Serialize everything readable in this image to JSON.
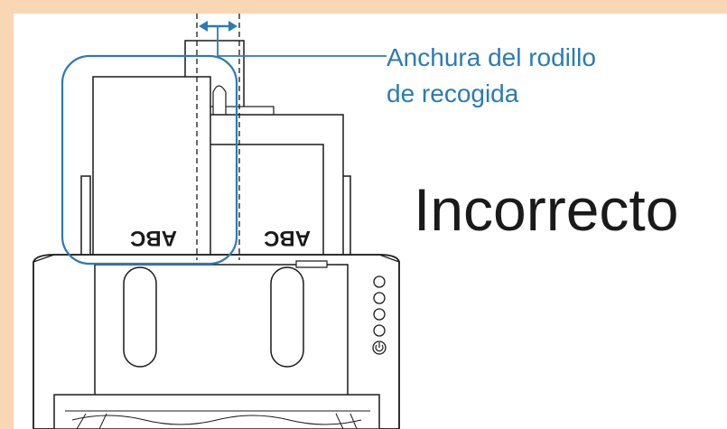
{
  "figure": {
    "callout_label_line1": "Anchura del rodillo",
    "callout_label_line2": "de recogida",
    "status_label": "Incorrecto",
    "paper_left_text": "ABC",
    "paper_right_text": "ABC",
    "colors": {
      "border": "#f9d7b4",
      "accent": "#2a7bb5",
      "line": "#1a1a1a",
      "background": "#ffffff"
    },
    "icons": [
      "width-arrow-icon",
      "power-icon"
    ]
  }
}
